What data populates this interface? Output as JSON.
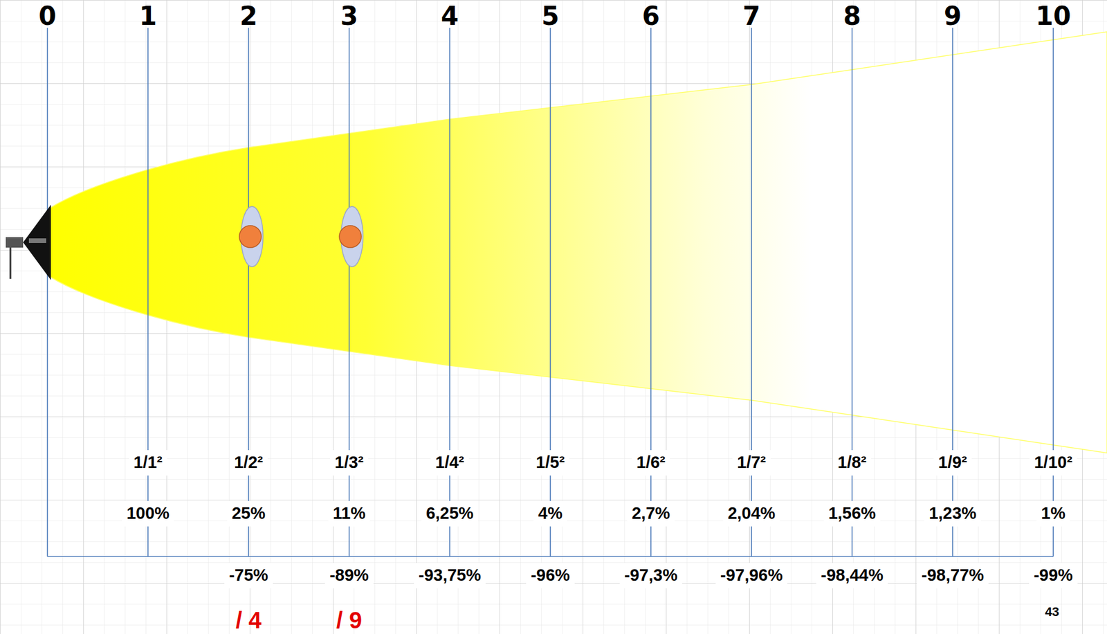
{
  "diagram": {
    "labels": [
      "0",
      "1",
      "2",
      "3",
      "4",
      "5",
      "6",
      "7",
      "8",
      "9",
      "10",
      "1/1²",
      "1/2²",
      "1/3²",
      "1/4²",
      "1/5²",
      "1/6²",
      "1/7²",
      "1/8²",
      "1/9²",
      "1/10²",
      "100%",
      "25%",
      "11%",
      "6,25%",
      "4%",
      "2,7%",
      "2,04%",
      "1,56%",
      "1,23%",
      "1%",
      "-75%",
      "-89%",
      "-93,75%",
      "-96%",
      "-97,3%",
      "-97,96%",
      "-98,44%",
      "-98,77%",
      "-99%",
      "/ 4",
      "/ 9",
      "43"
    ]
  }
}
